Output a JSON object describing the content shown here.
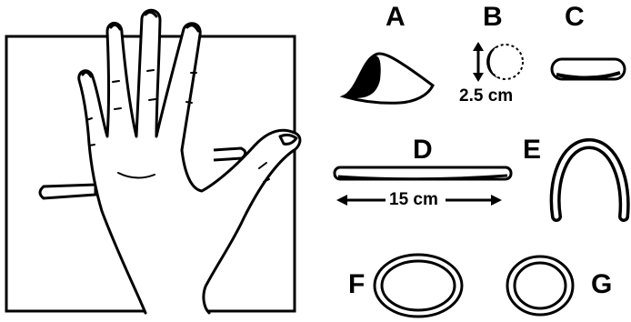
{
  "figure": {
    "panels": [
      {
        "letter": "A",
        "shape": "cone"
      },
      {
        "letter": "B",
        "shape": "ball"
      },
      {
        "letter": "C",
        "shape": "short-roll"
      },
      {
        "letter": "D",
        "shape": "long-roll"
      },
      {
        "letter": "E",
        "shape": "arch"
      },
      {
        "letter": "F",
        "shape": "ring"
      },
      {
        "letter": "G",
        "shape": "ring"
      }
    ],
    "measurements": {
      "ball": "2.5 cm",
      "roll": "15 cm"
    },
    "stroke_color": "#000000",
    "background_color": "#ffffff"
  }
}
